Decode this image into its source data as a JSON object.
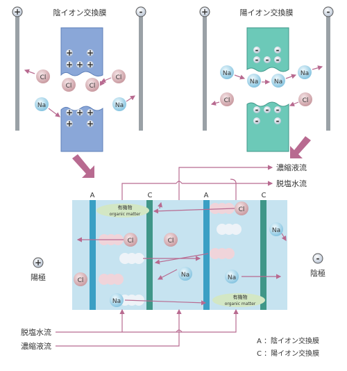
{
  "top_left": {
    "title": "陰イオン交換膜"
  },
  "top_right": {
    "title": "陽イオン交換膜"
  },
  "ions": {
    "cl": "Cl",
    "na": "Na",
    "minus": "-",
    "plus": "+"
  },
  "outlets": {
    "concentrate": "濃縮液流",
    "desalted": "脱塩水流"
  },
  "inlets": {
    "desalted": "脱塩水流",
    "concentrate": "濃縮液流"
  },
  "electrodes": {
    "anode": "陽極",
    "cathode": "陰極"
  },
  "membrane_labels": {
    "a": "A",
    "c": "C"
  },
  "organic": {
    "jp": "有機物",
    "en": "organic matter"
  },
  "legend": {
    "a": "A ：陰イオン交換膜",
    "c": "C ：陽イオン交換膜"
  },
  "colors": {
    "anion_membrane": "#8aa7d8",
    "cation_membrane": "#6cc9b8",
    "cell_bg": "#c6e3f0",
    "membrane_a": "#3a9fc4",
    "membrane_c": "#3f9688",
    "arrow": "#b86a90",
    "cl_ion": "#d9b3b8",
    "na_ion": "#a9d8ec"
  }
}
